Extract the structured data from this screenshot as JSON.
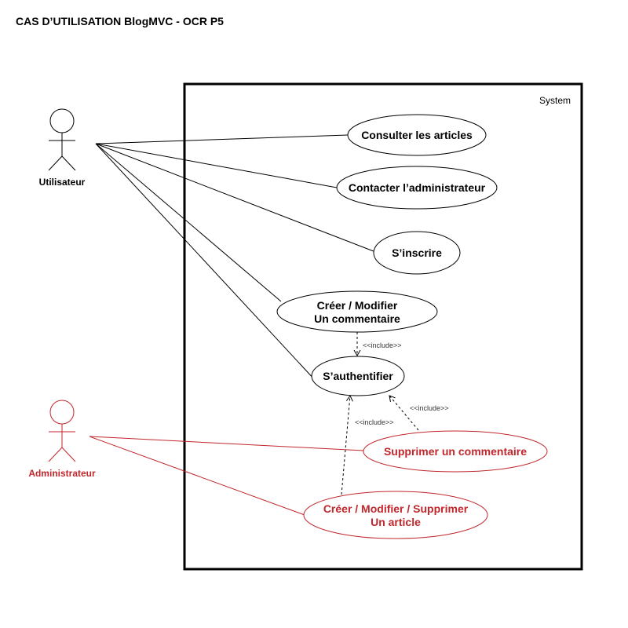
{
  "title": "CAS D’UTILISATION BlogMVC - OCR P5",
  "system_label": "System",
  "colors": {
    "black": "#000000",
    "red": "#c0262b"
  },
  "actors": {
    "user": {
      "name": "Utilisateur"
    },
    "admin": {
      "name": "Administrateur"
    }
  },
  "use_cases": {
    "consult": {
      "line1": "Consulter les articles"
    },
    "contact": {
      "line1": "Contacter l’administrateur"
    },
    "signup": {
      "line1": "S’inscrire"
    },
    "comment": {
      "line1": "Créer / Modifier",
      "line2": "Un commentaire"
    },
    "auth": {
      "line1": "S’authentifier"
    },
    "delete_comment": {
      "line1": "Supprimer un commentaire"
    },
    "manage_article": {
      "line1": "Créer / Modifier / Supprimer",
      "line2": "Un article"
    }
  },
  "relations": {
    "include_label": "<<include>>"
  }
}
